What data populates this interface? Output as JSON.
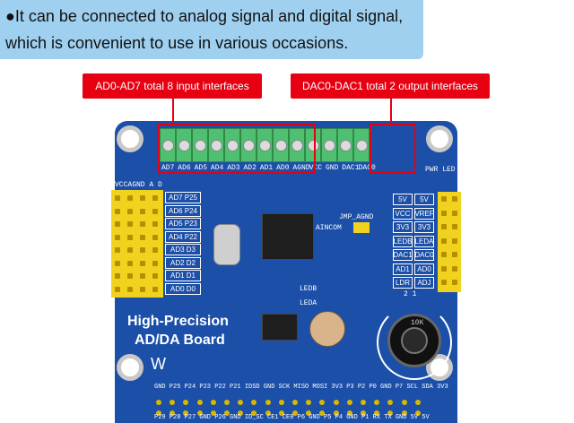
{
  "banner": {
    "line1": "●It can be connected to analog signal and digital signal,",
    "line2": "which is convenient to use in various occasions."
  },
  "callouts": {
    "inputs": "AD0-AD7 total 8 input interfaces",
    "outputs": "DAC0-DAC1 total 2 output interfaces"
  },
  "terminal_labels": [
    "AD7",
    "AD6",
    "AD5",
    "AD4",
    "AD3",
    "AD2",
    "AD1",
    "AD0",
    "AGND",
    "VCC",
    "GND",
    "DAC1",
    "DAC0"
  ],
  "board": {
    "title_line1": "High-Precision",
    "title_line2": "AD/DA Board",
    "pwr_led": "PWR LED",
    "jmp_agnd": "JMP_AGND",
    "aincom": "AINCOM",
    "led_a": "LEDB",
    "led_b": "LEDA",
    "left_header_top": "VCCAGND A   D",
    "left_pins": [
      [
        "AD7",
        "P25"
      ],
      [
        "AD6",
        "P24"
      ],
      [
        "AD5",
        "P23"
      ],
      [
        "AD4",
        "P22"
      ],
      [
        "AD3",
        "D3"
      ],
      [
        "AD2",
        "D2"
      ],
      [
        "AD1",
        "D1"
      ],
      [
        "AD0",
        "D0"
      ]
    ],
    "right_pins": [
      [
        "5V",
        "5V"
      ],
      [
        "VCC",
        "VREF"
      ],
      [
        "3V3",
        "3V3"
      ],
      [
        "LEDB",
        "LEDA"
      ],
      [
        "DAC1",
        "DAC0"
      ],
      [
        "AD1",
        "AD0"
      ],
      [
        "LDR",
        "ADJ"
      ]
    ],
    "right_bottom": "2   1",
    "pot_label": "10K",
    "bottom_row1": "GND P25 P24 P23 P22 P21 IDSD GND SCK MISO MOSI 3V3 P3 P2 P0 GND P7 SCL SDA 3V3",
    "bottom_row2": "P29 P28 P27 GND P26 GND ID_SC CE1 CE0 P6 GND P5 P4 GND P1 RX TX GND 5V 5V"
  },
  "colors": {
    "banner": "#9fd0f0",
    "callout": "#e60012",
    "board": "#1b4fa8",
    "terminal": "#4fc070",
    "header": "#f1d21f"
  }
}
